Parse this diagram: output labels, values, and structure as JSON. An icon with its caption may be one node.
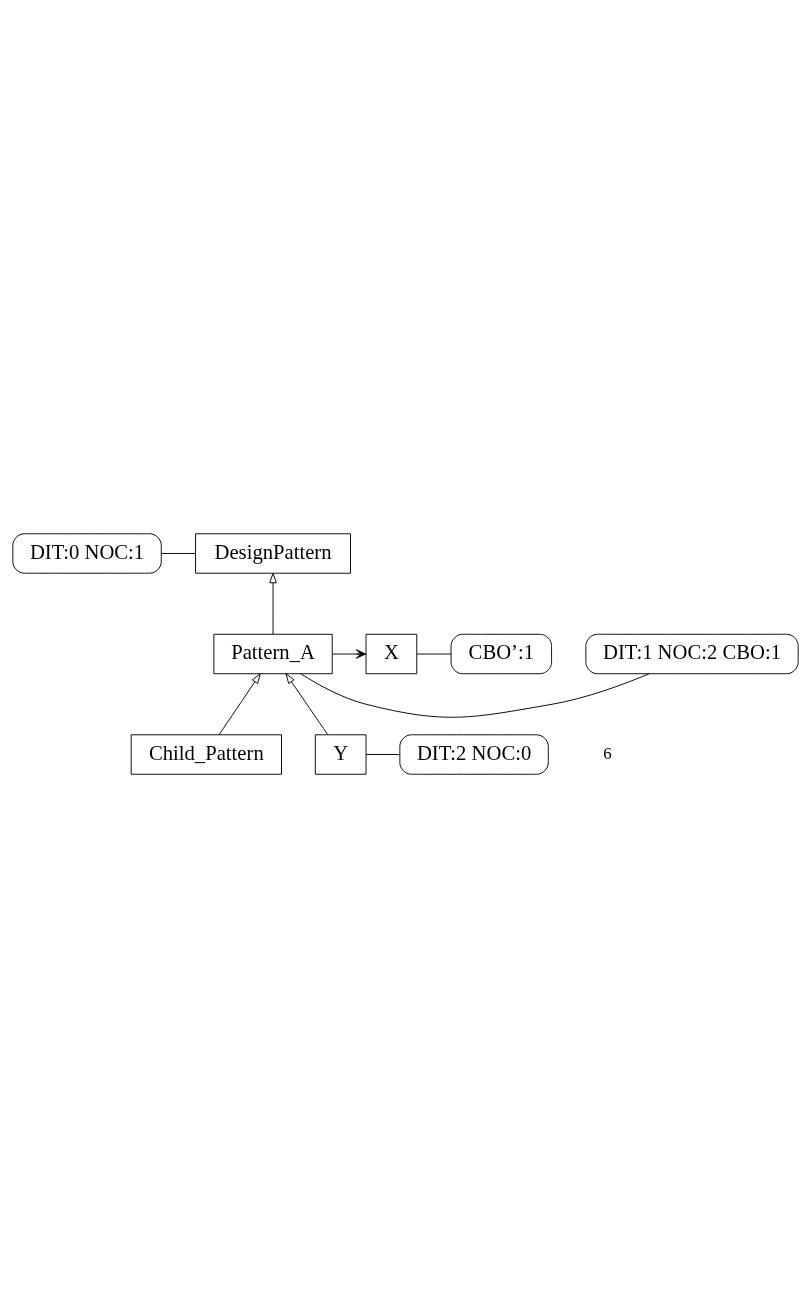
{
  "diagram": {
    "nodes": [
      {
        "text": [
          "DIT:0 NOC:1"
        ]
      },
      {
        "text": [
          "DesignPattern"
        ]
      },
      {
        "text": [
          "DIT:1 NOC:2 CBO:1"
        ]
      },
      {
        "text": [
          "Pattern_A"
        ]
      },
      {
        "text": [
          "X"
        ]
      },
      {
        "text": [
          "CBO’:1"
        ]
      },
      {
        "text": [
          "Child_Pattern"
        ]
      },
      {
        "text": [
          "Y"
        ]
      },
      {
        "text": [
          "DIT:2 NOC:0"
        ]
      }
    ],
    "edges": [
      {
        "from": 0,
        "to": 1,
        "arrow": "none"
      },
      {
        "from": 3,
        "to": 1,
        "arrow": "to"
      },
      {
        "from": 2,
        "to": 3,
        "arrow": "none"
      },
      {
        "from": 3,
        "to": 4,
        "arrow": "to"
      },
      {
        "from": 5,
        "to": 4,
        "arrow": "none"
      },
      {
        "from": 6,
        "to": 3,
        "arrow": "to"
      },
      {
        "from": 7,
        "to": 3,
        "arrow": "to"
      },
      {
        "from": 8,
        "to": 7,
        "arrow": "none"
      }
    ],
    "labels": [
      "6"
    ]
  }
}
